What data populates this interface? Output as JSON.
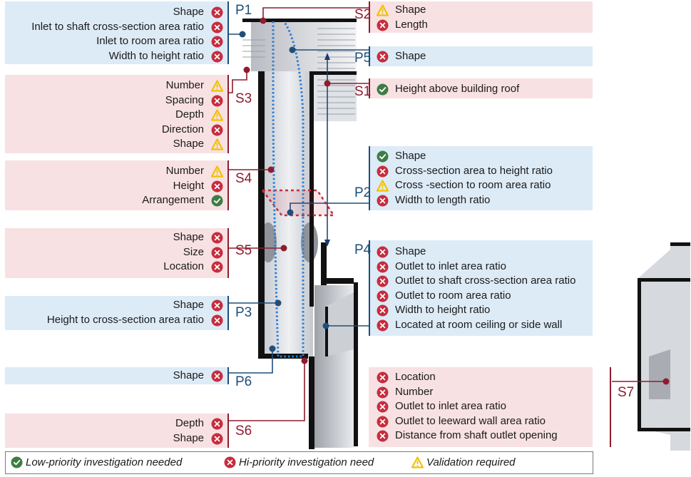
{
  "colors": {
    "red": "#c62d3e",
    "green": "#3d7d44",
    "yellow": "#f2c100",
    "dark_red": "#8e1c2e",
    "dark_blue": "#1f4e79",
    "dotted_blue": "#2e7dd1"
  },
  "legend": [
    {
      "icon": "green-check",
      "text": "Low-priority investigation needed"
    },
    {
      "icon": "red-x",
      "text": "Hi-priority investigation need"
    },
    {
      "icon": "yellow-warning",
      "text": "Validation required"
    }
  ],
  "groups": [
    {
      "id": "P1",
      "label": "P1",
      "tone": "blue",
      "side": "left",
      "items": [
        {
          "text": "Shape",
          "icon": "red-x"
        },
        {
          "text": "Inlet to shaft cross-section area ratio",
          "icon": "red-x"
        },
        {
          "text": "Inlet to room area ratio",
          "icon": "red-x"
        },
        {
          "text": "Width to height ratio",
          "icon": "red-x"
        }
      ]
    },
    {
      "id": "S3",
      "label": "S3",
      "tone": "pink",
      "side": "left",
      "items": [
        {
          "text": "Number",
          "icon": "yellow-warning"
        },
        {
          "text": "Spacing",
          "icon": "red-x"
        },
        {
          "text": "Depth",
          "icon": "yellow-warning"
        },
        {
          "text": "Direction",
          "icon": "red-x"
        },
        {
          "text": "Shape",
          "icon": "yellow-warning"
        }
      ]
    },
    {
      "id": "S4",
      "label": "S4",
      "tone": "pink",
      "side": "left",
      "items": [
        {
          "text": "Number",
          "icon": "yellow-warning"
        },
        {
          "text": "Height",
          "icon": "red-x"
        },
        {
          "text": "Arrangement",
          "icon": "green-check"
        }
      ]
    },
    {
      "id": "S5",
      "label": "S5",
      "tone": "pink",
      "side": "left",
      "items": [
        {
          "text": "Shape",
          "icon": "red-x"
        },
        {
          "text": "Size",
          "icon": "red-x"
        },
        {
          "text": "Location",
          "icon": "red-x"
        }
      ]
    },
    {
      "id": "P3",
      "label": "P3",
      "tone": "blue",
      "side": "left",
      "items": [
        {
          "text": "Shape",
          "icon": "red-x"
        },
        {
          "text": "Height to cross-section area ratio",
          "icon": "red-x"
        }
      ]
    },
    {
      "id": "P6",
      "label": "P6",
      "tone": "blue",
      "side": "left",
      "items": [
        {
          "text": "Shape",
          "icon": "red-x"
        }
      ]
    },
    {
      "id": "S6",
      "label": "S6",
      "tone": "pink",
      "side": "left",
      "items": [
        {
          "text": "Depth",
          "icon": "red-x"
        },
        {
          "text": "Shape",
          "icon": "red-x"
        }
      ]
    },
    {
      "id": "S2",
      "label": "S2",
      "tone": "pink",
      "side": "right",
      "items": [
        {
          "text": "Shape",
          "icon": "yellow-warning"
        },
        {
          "text": "Length",
          "icon": "red-x"
        }
      ]
    },
    {
      "id": "P5",
      "label": "P5",
      "tone": "blue",
      "side": "right",
      "items": [
        {
          "text": "Shape",
          "icon": "red-x"
        }
      ]
    },
    {
      "id": "S1",
      "label": "S1",
      "tone": "pink",
      "side": "right",
      "items": [
        {
          "text": "Height above building roof",
          "icon": "green-check"
        }
      ]
    },
    {
      "id": "P2",
      "label": "P2",
      "tone": "blue",
      "side": "right",
      "items": [
        {
          "text": "Shape",
          "icon": "green-check"
        },
        {
          "text": "Cross-section area to height ratio",
          "icon": "red-x"
        },
        {
          "text": "Cross -section to room area ratio",
          "icon": "yellow-warning"
        },
        {
          "text": "Width to length ratio",
          "icon": "red-x"
        }
      ]
    },
    {
      "id": "P4",
      "label": "P4",
      "tone": "blue",
      "side": "right",
      "items": [
        {
          "text": "Shape",
          "icon": "red-x"
        },
        {
          "text": "Outlet to inlet area ratio",
          "icon": "red-x"
        },
        {
          "text": "Outlet to shaft cross-section area ratio",
          "icon": "red-x"
        },
        {
          "text": "Outlet to room area ratio",
          "icon": "red-x"
        },
        {
          "text": "Width to height ratio",
          "icon": "red-x"
        },
        {
          "text": "Located at room ceiling or side wall",
          "icon": "red-x"
        }
      ]
    },
    {
      "id": "S7",
      "label": "S7",
      "tone": "pink",
      "side": "right",
      "items": [
        {
          "text": "Location",
          "icon": "red-x"
        },
        {
          "text": "Number",
          "icon": "red-x"
        },
        {
          "text": "Outlet to inlet area ratio",
          "icon": "red-x"
        },
        {
          "text": "Outlet to leeward wall area ratio",
          "icon": "red-x"
        },
        {
          "text": "Distance from shaft outlet opening",
          "icon": "red-x"
        }
      ]
    }
  ]
}
